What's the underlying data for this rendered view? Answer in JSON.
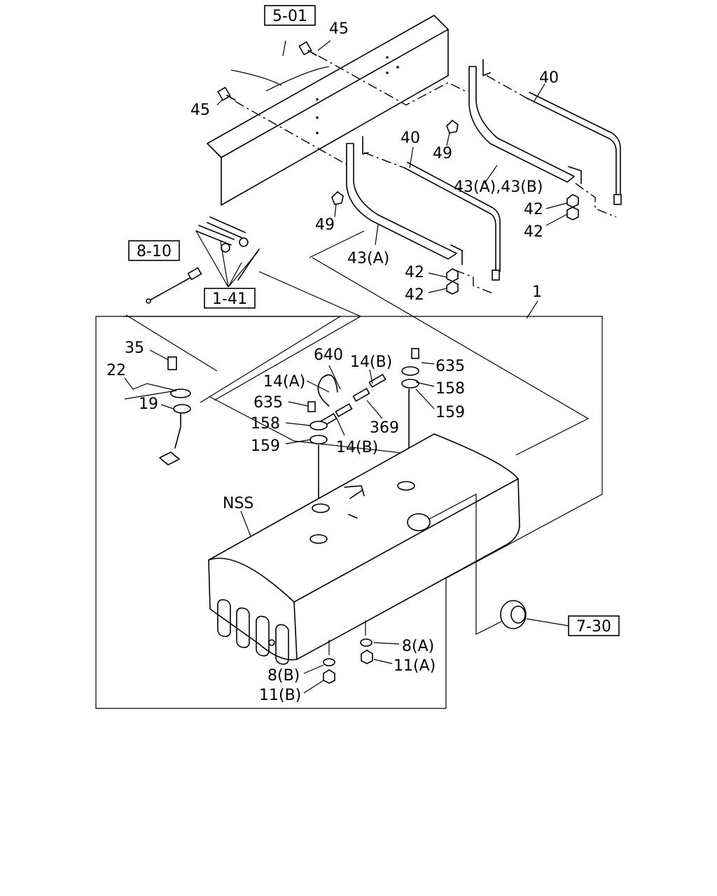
{
  "refs": {
    "r501": "5-01",
    "r810": "8-10",
    "r141": "1-41",
    "r730": "7-30"
  },
  "labels": {
    "p45_top": "45",
    "p45_left": "45",
    "p40_right": "40",
    "p40_mid": "40",
    "p49_right": "49",
    "p49_left": "49",
    "p43ab": "43(A),43(B)",
    "p43a": "43(A)",
    "p42_r1": "42",
    "p42_r2": "42",
    "p42_m1": "42",
    "p42_m2": "42",
    "p1": "1",
    "p35": "35",
    "p22": "22",
    "p19": "19",
    "p640": "640",
    "p14b_top": "14(B)",
    "p635_right": "635",
    "p14a": "14(A)",
    "p158_right": "158",
    "p635_left": "635",
    "p159_right": "159",
    "p369": "369",
    "p158_left": "158",
    "p159_left": "159",
    "p14b_bottom": "14(B)",
    "nss": "NSS",
    "p8a": "8(A)",
    "p11a": "11(A)",
    "p8b": "8(B)",
    "p11b": "11(B)"
  }
}
